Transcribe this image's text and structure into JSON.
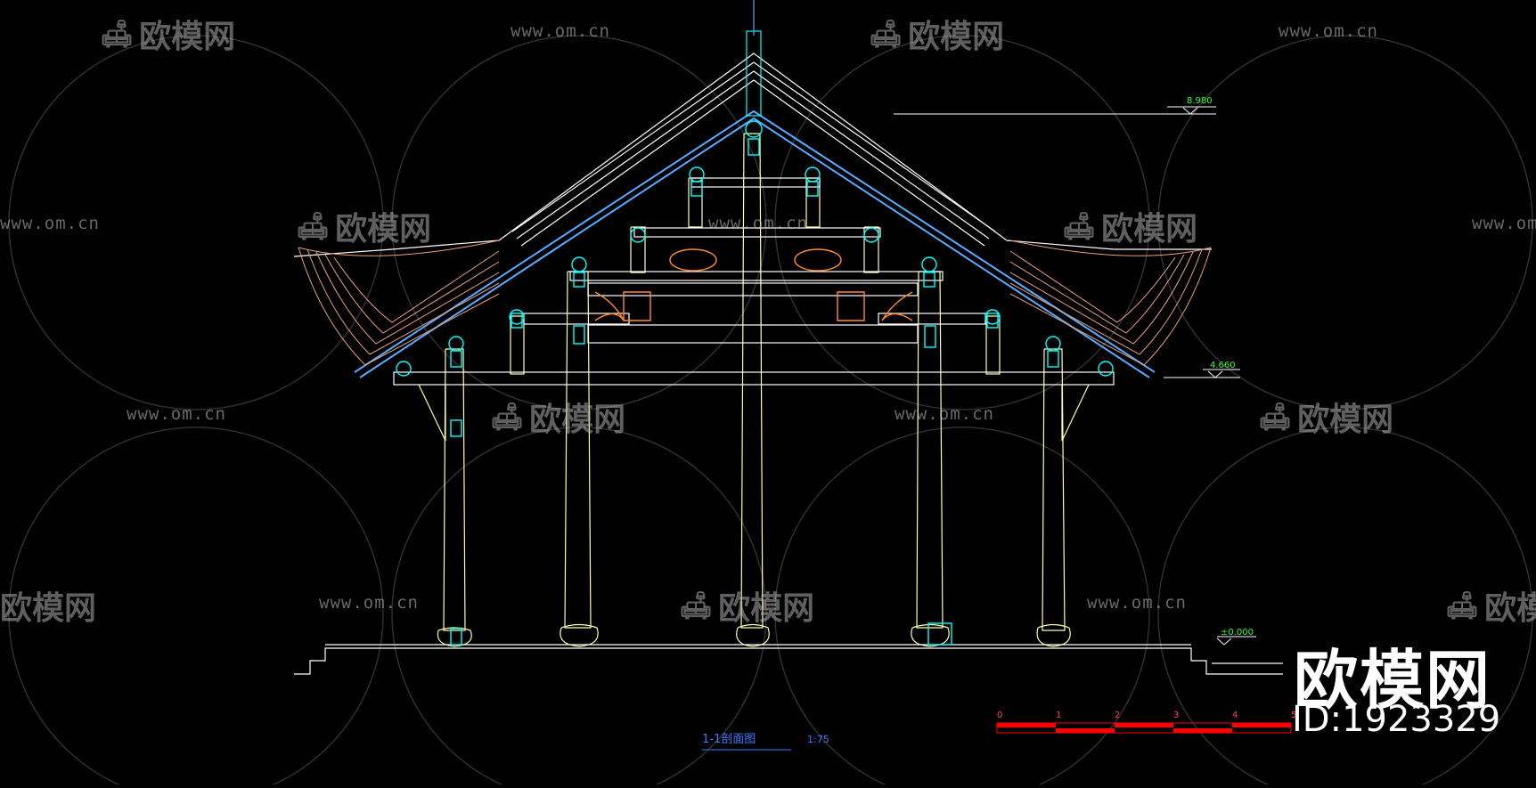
{
  "drawing": {
    "section_title": "1-1剖面图",
    "scale": "1:75",
    "elevations": {
      "ridge": "8.980",
      "eave": "4.660",
      "ground": "±0.000"
    },
    "scale_bar": {
      "ticks": [
        "0",
        "1",
        "2",
        "3",
        "4",
        "5"
      ]
    }
  },
  "watermark": {
    "url": "www.om.cn",
    "brand": "欧模网",
    "id": "ID:1923329"
  },
  "colors": {
    "background": "#000000",
    "structure": "#ffffaa",
    "outline": "#ffffff",
    "column_joint": "#00ffff",
    "roof": "#5aaaff",
    "carving": "#ff8c2a",
    "eave_rafters": "#e8a27a",
    "elevation_text": "#33ff33",
    "scale_bar": "#ff0000",
    "title_text": "#3b7bff"
  }
}
